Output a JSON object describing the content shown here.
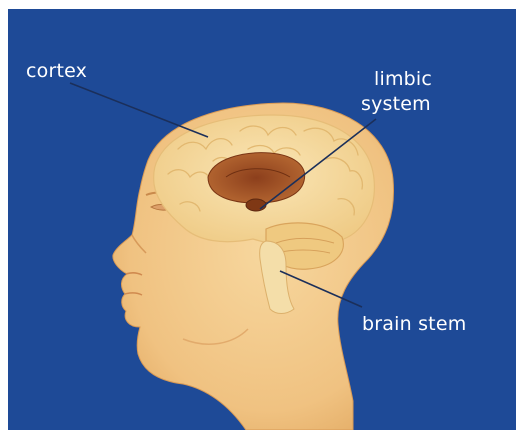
{
  "diagram": {
    "background_color": "#1e4a97",
    "labels": {
      "cortex": "cortex",
      "limbic_line1": "limbic",
      "limbic_line2": "system",
      "brain_stem": "brain stem"
    },
    "colors": {
      "skin": "#f4cf8f",
      "cortex": "#f6dda0",
      "limbic": "#9a4b22",
      "brain_stem": "#f2dca3",
      "pointer_line": "#1b2f5a"
    }
  }
}
